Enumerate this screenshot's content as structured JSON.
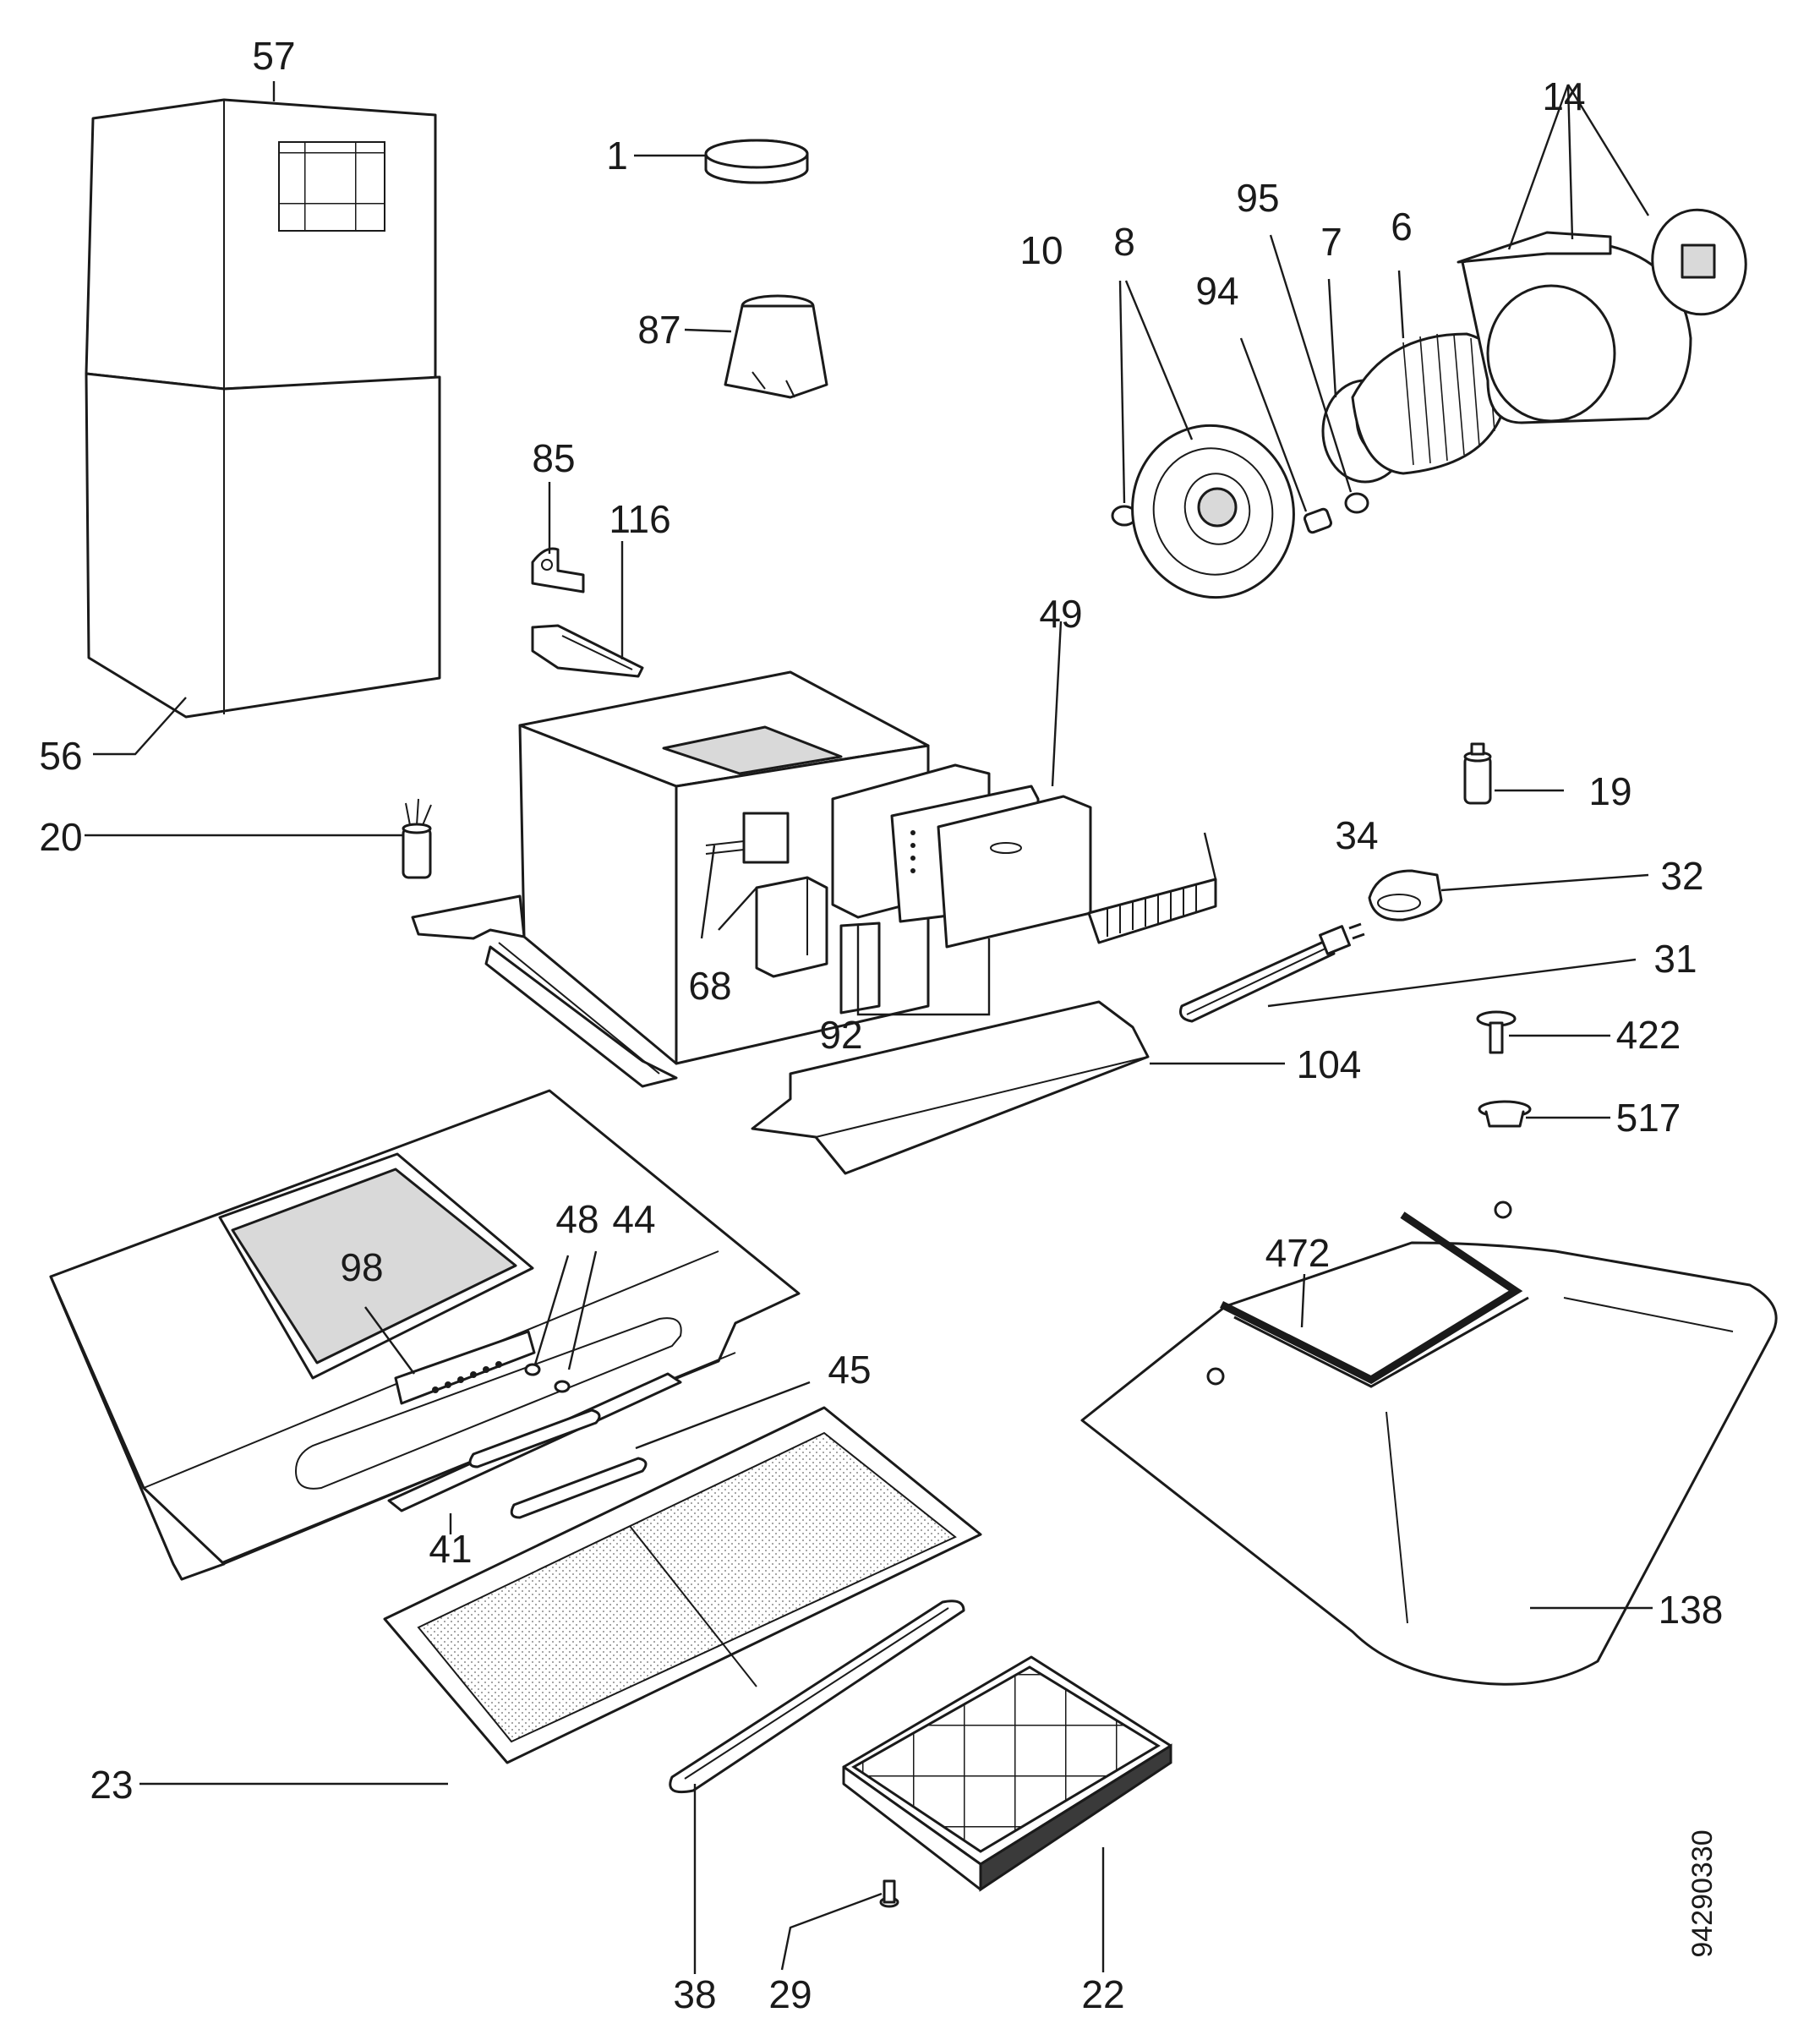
{
  "diagram": {
    "callouts": {
      "c1": "1",
      "c6": "6",
      "c7": "7",
      "c8": "8",
      "c10": "10",
      "c14": "14",
      "c19": "19",
      "c20": "20",
      "c22": "22",
      "c23": "23",
      "c29": "29",
      "c31": "31",
      "c32": "32",
      "c34": "34",
      "c38": "38",
      "c41": "41",
      "c44": "44",
      "c45": "45",
      "c48": "48",
      "c49": "49",
      "c56": "56",
      "c57": "57",
      "c68": "68",
      "c85": "85",
      "c87": "87",
      "c92": "92",
      "c94": "94",
      "c95": "95",
      "c98": "98",
      "c104": "104",
      "c116": "116",
      "c138": "138",
      "c422": "422",
      "c472": "472",
      "c517": "517"
    },
    "document_number": "94290330"
  }
}
